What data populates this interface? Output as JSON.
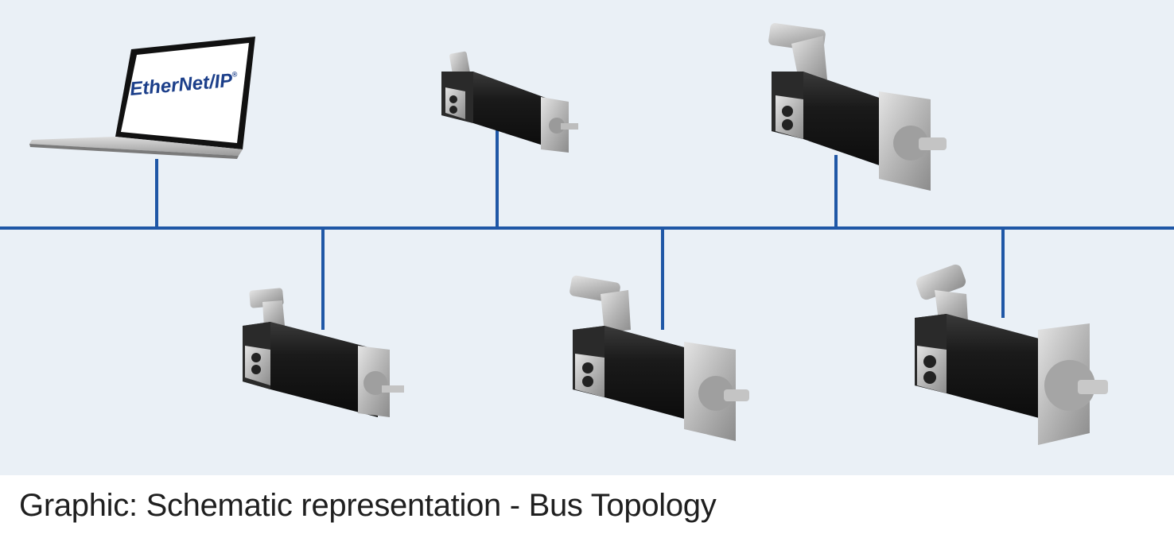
{
  "diagram": {
    "bus_color": "#1f57a6",
    "background_color": "#eaf0f6",
    "laptop": {
      "screen_logo": "EtherNet/IP",
      "screen_logo_color": "#1c3f8a",
      "screen_logo_mark": "®"
    },
    "motors": [
      {
        "id": "motor-1",
        "size": "small"
      },
      {
        "id": "motor-2",
        "size": "large"
      },
      {
        "id": "motor-3",
        "size": "small"
      },
      {
        "id": "motor-4",
        "size": "medium"
      },
      {
        "id": "motor-5",
        "size": "large"
      }
    ]
  },
  "caption": "Graphic: Schematic representation - Bus Topology"
}
